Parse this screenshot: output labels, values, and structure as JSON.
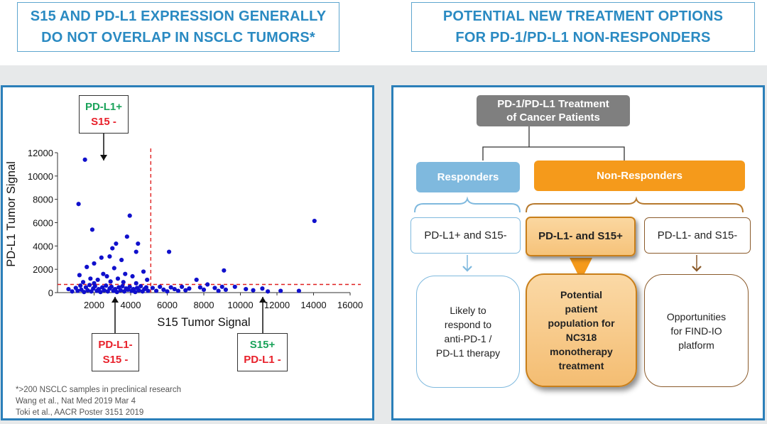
{
  "headers": {
    "left": [
      "S15 AND PD-L1 EXPRESSION GENERALLY",
      "DO NOT OVERLAP IN NSCLC TUMORS*"
    ],
    "right": [
      "POTENTIAL NEW TREATMENT OPTIONS",
      "FOR PD-1/PD-L1 NON-RESPONDERS"
    ]
  },
  "quadrant_labels": {
    "top": {
      "line1": "PD-L1+",
      "line2": "S15 -"
    },
    "bottom_left": {
      "line1": "PD-L1-",
      "line2": "S15 -"
    },
    "bottom_right": {
      "line1": "S15+",
      "line2": "PD-L1 -"
    }
  },
  "footnotes": [
    "*>200 NSCLC samples in preclinical research",
    "Wang et al., Nat Med 2019 Mar 4",
    "Toki et al., AACR Poster 3151 2019"
  ],
  "colors": {
    "accent_blue": "#2b7fb9",
    "header_text": "#2a8ac2",
    "point": "#1010cc",
    "threshold": "#e02020",
    "responders": "#7fb9de",
    "non_responders": "#f59a1b",
    "gray_box": "#7f7f7f"
  },
  "chart_data": {
    "type": "scatter",
    "title": "",
    "xlabel": "S15 Tumor Signal",
    "ylabel": "PD-L1 Tumor Signal",
    "xlim": [
      0,
      16000
    ],
    "ylim": [
      0,
      12000
    ],
    "xticks": [
      "2000",
      "4000",
      "6000",
      "8000",
      "10000",
      "12000",
      "14000",
      "16000"
    ],
    "yticks": [
      "0",
      "2000",
      "4000",
      "6000",
      "8000",
      "10000",
      "12000"
    ],
    "grid": false,
    "thresholds": {
      "x": 5100,
      "y": 700
    },
    "points": [
      [
        1500,
        11400
      ],
      [
        1150,
        7600
      ],
      [
        3950,
        6600
      ],
      [
        1900,
        5400
      ],
      [
        14050,
        6150
      ],
      [
        3800,
        4800
      ],
      [
        3200,
        4200
      ],
      [
        4400,
        4200
      ],
      [
        3000,
        3800
      ],
      [
        4300,
        3500
      ],
      [
        6100,
        3500
      ],
      [
        2850,
        3100
      ],
      [
        2400,
        3000
      ],
      [
        3500,
        2800
      ],
      [
        2000,
        2500
      ],
      [
        1600,
        2200
      ],
      [
        3100,
        2100
      ],
      [
        4700,
        1800
      ],
      [
        9100,
        1900
      ],
      [
        2500,
        1600
      ],
      [
        1200,
        1500
      ],
      [
        3700,
        1600
      ],
      [
        4100,
        1400
      ],
      [
        1800,
        1200
      ],
      [
        2200,
        1100
      ],
      [
        2700,
        1400
      ],
      [
        3300,
        1200
      ],
      [
        4900,
        1100
      ],
      [
        1400,
        900
      ],
      [
        2000,
        800
      ],
      [
        2900,
        950
      ],
      [
        3600,
        900
      ],
      [
        4300,
        800
      ],
      [
        600,
        300
      ],
      [
        800,
        100
      ],
      [
        1000,
        400
      ],
      [
        1100,
        150
      ],
      [
        1250,
        600
      ],
      [
        1300,
        250
      ],
      [
        1450,
        50
      ],
      [
        1550,
        450
      ],
      [
        1650,
        200
      ],
      [
        1750,
        650
      ],
      [
        1850,
        100
      ],
      [
        1950,
        350
      ],
      [
        2050,
        550
      ],
      [
        2150,
        150
      ],
      [
        2250,
        300
      ],
      [
        2350,
        50
      ],
      [
        2450,
        450
      ],
      [
        2550,
        200
      ],
      [
        2650,
        600
      ],
      [
        2750,
        100
      ],
      [
        2850,
        350
      ],
      [
        2950,
        500
      ],
      [
        3050,
        150
      ],
      [
        3150,
        300
      ],
      [
        3250,
        50
      ],
      [
        3350,
        450
      ],
      [
        3450,
        200
      ],
      [
        3550,
        550
      ],
      [
        3650,
        100
      ],
      [
        3750,
        350
      ],
      [
        3850,
        250
      ],
      [
        3950,
        500
      ],
      [
        4050,
        150
      ],
      [
        4150,
        300
      ],
      [
        4250,
        50
      ],
      [
        4350,
        400
      ],
      [
        4450,
        200
      ],
      [
        4550,
        550
      ],
      [
        4650,
        100
      ],
      [
        4750,
        300
      ],
      [
        4850,
        450
      ],
      [
        4950,
        150
      ],
      [
        5200,
        400
      ],
      [
        5400,
        150
      ],
      [
        5600,
        500
      ],
      [
        5800,
        250
      ],
      [
        6000,
        100
      ],
      [
        6200,
        450
      ],
      [
        6400,
        300
      ],
      [
        6600,
        150
      ],
      [
        6800,
        500
      ],
      [
        7000,
        200
      ],
      [
        7200,
        350
      ],
      [
        7600,
        1100
      ],
      [
        7800,
        450
      ],
      [
        8000,
        250
      ],
      [
        8200,
        700
      ],
      [
        8600,
        400
      ],
      [
        8800,
        150
      ],
      [
        9000,
        500
      ],
      [
        9200,
        250
      ],
      [
        9700,
        500
      ],
      [
        10300,
        300
      ],
      [
        10700,
        200
      ],
      [
        11200,
        350
      ],
      [
        11500,
        100
      ],
      [
        12200,
        150
      ],
      [
        13200,
        150
      ]
    ]
  },
  "flowchart": {
    "root": [
      "PD-1/PD-L1 Treatment",
      "of Cancer Patients"
    ],
    "responders": "Responders",
    "non_responders": "Non-Responders",
    "cat1": "PD-L1+ and S15-",
    "cat2": "PD-L1- and S15+",
    "cat3": "PD-L1- and S15-",
    "out1": [
      "Likely to",
      "respond to",
      "anti-PD-1 /",
      "PD-L1 therapy"
    ],
    "out2": [
      "Potential",
      "patient",
      "population for",
      "NC318",
      "monotherapy",
      "treatment"
    ],
    "out3": [
      "Opportunities",
      "for FIND-IO",
      "platform"
    ]
  }
}
